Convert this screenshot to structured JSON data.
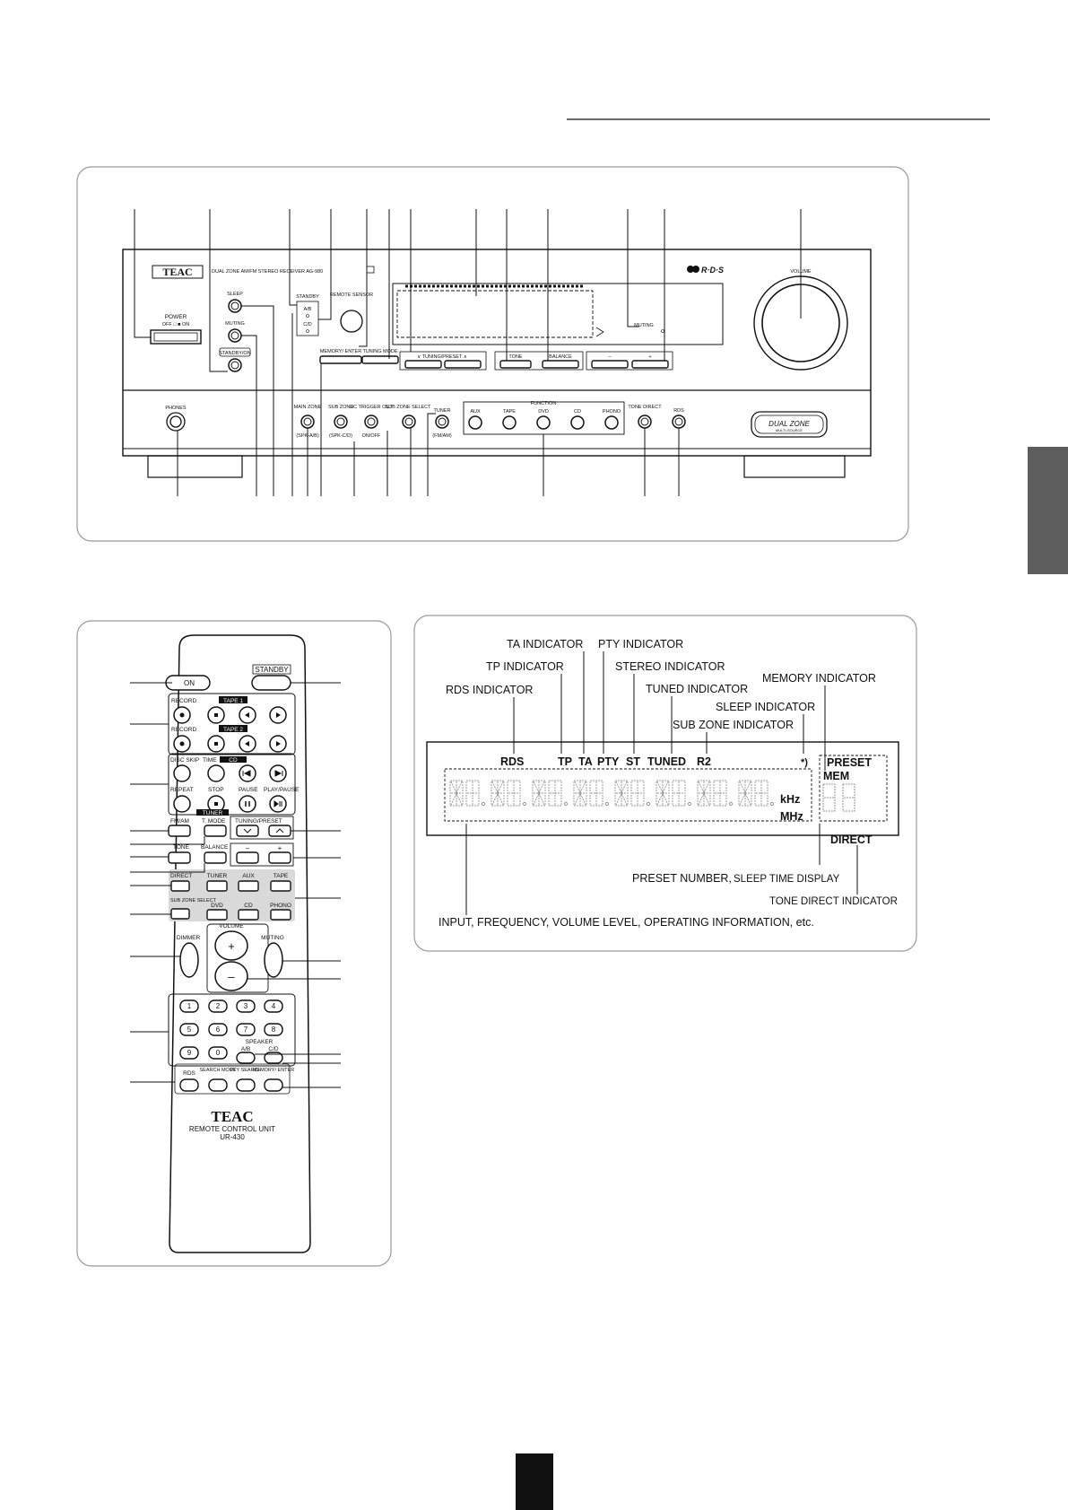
{
  "front_panel": {
    "brand": "TEAC",
    "model_line": "DUAL ZONE AM/FM STEREO RECEIVER  AG-980",
    "rds_logo": "R·D·S",
    "power_label": "POWER",
    "power_sub": "OFF □  ■ ON",
    "standby_on": "STANDBY/ON",
    "sleep": "SLEEP",
    "muting": "MUTING",
    "standby": "STANDBY",
    "ab": "A/B",
    "cd": "C/D",
    "remote_sensor": "REMOTE SENSOR",
    "memory_enter": "MEMORY/ ENTER",
    "tuning_mode": "TUNING MODE",
    "tuning_preset": "∨ TUNING/PRESET ∧",
    "tone": "TONE",
    "balance": "BALANCE",
    "minus": "–",
    "plus": "+",
    "muting_ind": "MUTING",
    "volume": "VOLUME",
    "phones": "PHONES",
    "main_zone": "MAIN ZONE",
    "main_zone_sub": "(SPK-A/B)",
    "sub_zone": "SUB ZONE",
    "sub_zone_sub": "(SPK-C/D)",
    "dc_trigger": "DC TRIGGER OUT",
    "dc_sub": "ON/OFF",
    "sub_zone_select": "SUB ZONE SELECT",
    "tuner": "TUNER",
    "tuner_sub": "(FM/AM)",
    "function": "FUNCTION",
    "functions": [
      "AUX",
      "TAPE",
      "DVD",
      "CD",
      "PHONO"
    ],
    "tone_direct": "TONE DIRECT",
    "rds": "RDS",
    "dual_zone_badge": "DUAL ZONE",
    "multi_source": "MULTI-SOURCE"
  },
  "remote": {
    "on": "ON",
    "standby": "STANDBY",
    "record": "RECORD",
    "tape1": "TAPE 1",
    "tape2": "TAPE 2",
    "disc_skip": "DISC SKIP",
    "time": "TIME",
    "cd": "CD",
    "repeat": "REPEAT",
    "stop": "STOP",
    "pause": "PAUSE",
    "play_pause": "PLAY/PAUSE",
    "tuner_header": "TUNER",
    "fm_am": "FM/AM",
    "t_mode": "T. MODE",
    "tuning_preset": "TUNING/PRESET",
    "tone": "TONE",
    "balance": "BALANCE",
    "minus": "–",
    "plus": "+",
    "direct": "DIRECT",
    "sub_zone_select": "SUB ZONE SELECT",
    "src_row1": [
      "TUNER",
      "AUX",
      "TAPE"
    ],
    "src_row2": [
      "DVD",
      "CD",
      "PHONO"
    ],
    "volume": "VOLUME",
    "dimmer": "DIMMER",
    "muting": "MUTING",
    "vol_plus": "+",
    "vol_minus": "–",
    "digits": [
      "1",
      "2",
      "3",
      "4",
      "5",
      "6",
      "7",
      "8",
      "9",
      "0"
    ],
    "speaker": "SPEAKER",
    "spk_ab": "A/B",
    "spk_cd": "C/D",
    "rds": "RDS",
    "search_mode": "SEARCH MODE",
    "pty_search": "PTY SEARCH",
    "memory_enter": "MEMORY/ ENTER",
    "brand": "TEAC",
    "unit_name": "REMOTE CONTROL UNIT",
    "model": "UR-430"
  },
  "display": {
    "ta_indicator": "TA INDICATOR",
    "pty_indicator": "PTY INDICATOR",
    "tp_indicator": "TP INDICATOR",
    "stereo_indicator": "STEREO INDICATOR",
    "memory_indicator": "MEMORY INDICATOR",
    "rds_indicator": "RDS INDICATOR",
    "tuned_indicator": "TUNED INDICATOR",
    "sleep_indicator": "SLEEP INDICATOR",
    "sub_zone_indicator": "SUB ZONE  INDICATOR",
    "seg_rds": "RDS",
    "seg_tp": "TP",
    "seg_ta": "TA",
    "seg_pty": "PTY",
    "seg_st": "ST",
    "seg_tuned": "TUNED",
    "seg_r2": "R2",
    "seg_sleep": "*)",
    "seg_preset": "PRESET",
    "seg_mem": "MEM",
    "seg_khz": "kHz",
    "seg_mhz": "MHz",
    "seg_direct": "DIRECT",
    "preset_number_a": "PRESET NUMBER,",
    "preset_number_b": "SLEEP TIME DISPLAY",
    "tone_direct_indicator": "TONE DIRECT INDICATOR",
    "input_info": "INPUT, FREQUENCY, VOLUME LEVEL, OPERATING INFORMATION, etc."
  }
}
